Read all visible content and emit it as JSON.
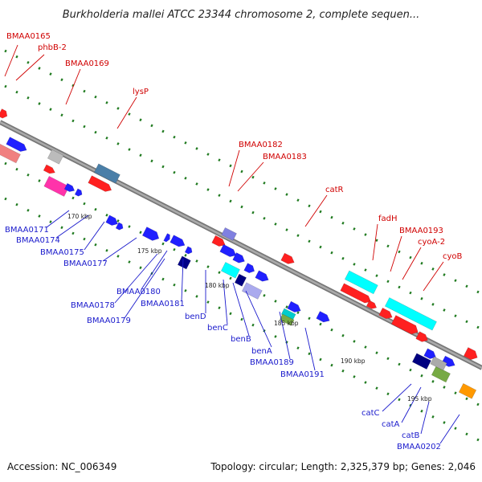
{
  "title": "Burkholderia mallei ATCC 23344 chromosome 2, complete sequen...",
  "footer": {
    "accession": "Accession: NC_006349",
    "summary": "Topology: circular; Length: 2,325,379 bp; Genes: 2,046"
  },
  "colors": {
    "plus_strand": "#ff0000",
    "minus_strand": "#0000ff",
    "backbone": "#888888",
    "gc_dots": "#1a8c1a"
  },
  "kbp_ticks": [
    "170 kbp",
    "175 kbp",
    "180 kbp",
    "185 kbp",
    "190 kbp",
    "195 kbp"
  ],
  "labels_top": [
    "BMAA0165",
    "phbB-2",
    "BMAA0169",
    "lysP",
    "BMAA0182",
    "BMAA0183",
    "catR",
    "fadH",
    "BMAA0193",
    "cyoA-2",
    "cyoB"
  ],
  "labels_bottom": [
    "BMAA0171",
    "BMAA0174",
    "BMAA0175",
    "BMAA0177",
    "BMAA0180",
    "BMAA0178",
    "BMAA0181",
    "BMAA0179",
    "benD",
    "benC",
    "benB",
    "benA",
    "BMAA0189",
    "BMAA0191",
    "catC",
    "catA",
    "catB",
    "BMAA0202"
  ]
}
